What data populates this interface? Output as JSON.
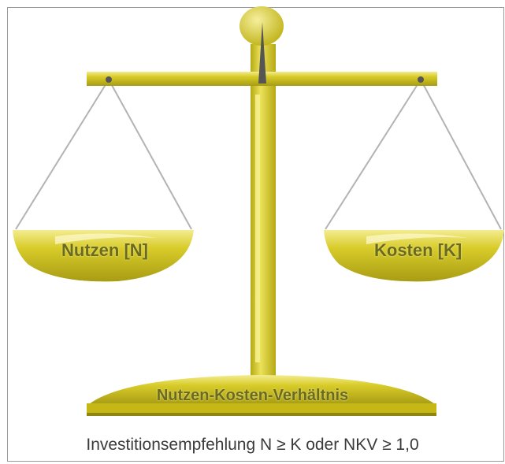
{
  "diagram": {
    "left_pan_label": "Nutzen [N]",
    "right_pan_label": "Kosten [K]",
    "base_label": "Nutzen-Kosten-Verhältnis",
    "caption": "Investitionsempfehlung  N ≥ K oder NKV ≥ 1,0"
  },
  "colors": {
    "gold_main": "#cdc019",
    "gold_light": "#f4ec90",
    "gold_dark": "#8f8610",
    "label_text": "#6b6b20",
    "rope": "#b3b3b3",
    "border": "#9a9a9a"
  }
}
